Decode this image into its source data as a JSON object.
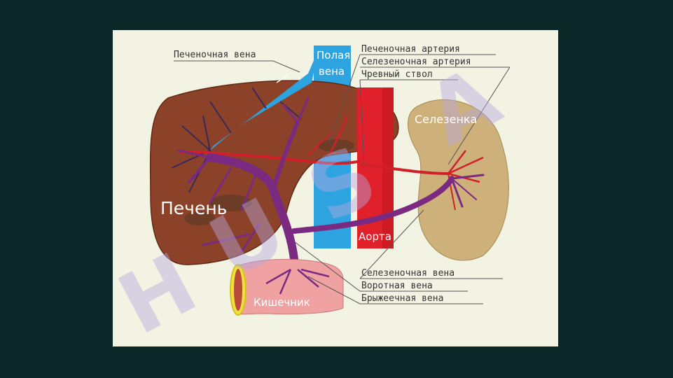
{
  "colors": {
    "background": "#0b2626",
    "panel": "#f2f3e2",
    "liver": "#8c4228",
    "spleen": "#cdb07a",
    "intestine": "#f0a2a2",
    "vena_cava": "#2da3e0",
    "aorta": "#e0202a",
    "portal_vein": "#7a2a80",
    "artery": "#d0202a",
    "watermark": "#b8a8e0"
  },
  "organs": {
    "liver": "Печень",
    "spleen": "Селезенка",
    "intestine": "Кишечник",
    "vena_cava_line1": "Полая",
    "vena_cava_line2": "вена",
    "aorta": "Аорта"
  },
  "callouts": {
    "hepatic_vein": "Печеночная вена",
    "hepatic_artery": "Печеночная артерия",
    "splenic_artery": "Селезеночная артерия",
    "celiac_trunk": "Чревный ствол",
    "splenic_vein": "Селезеночная вена",
    "portal_vein": "Воротная вена",
    "mesenteric_vein": "Брыжеечная вена"
  },
  "watermark": {
    "letters": [
      "H",
      "U",
      "S",
      "A"
    ]
  }
}
